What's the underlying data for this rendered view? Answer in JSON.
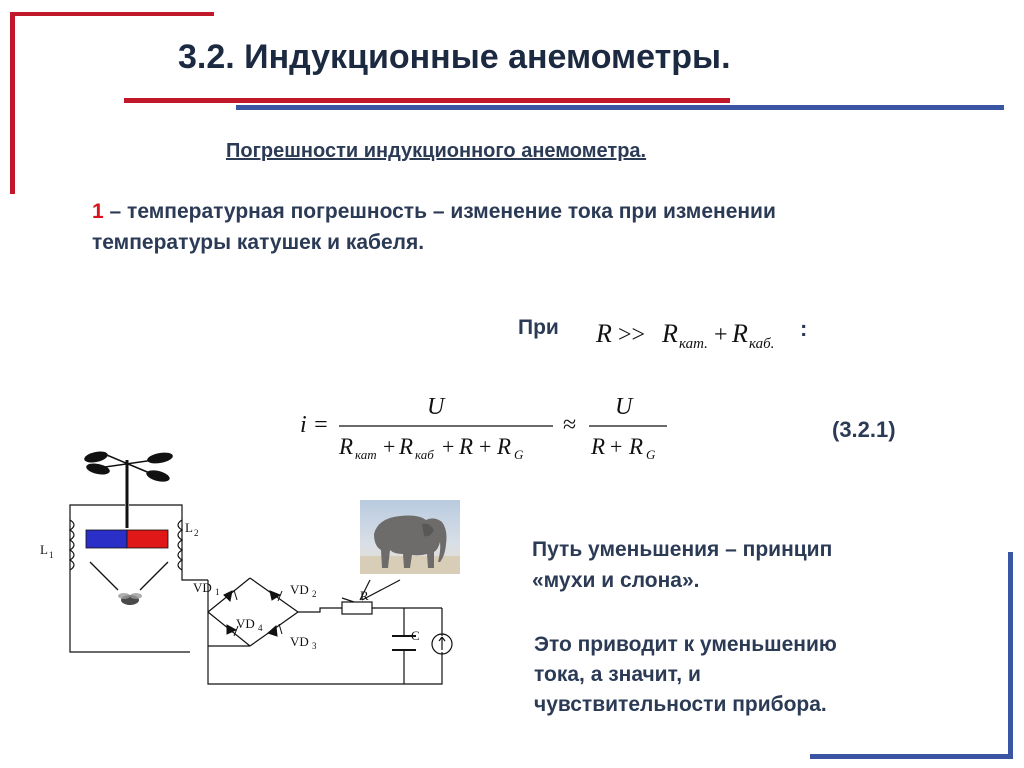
{
  "title": "3.2. Индукционные анемометры.",
  "subtitle": "Погрешности индукционного анемометра.",
  "point": {
    "number": "1",
    "text": " – температурная погрешность – изменение тока при изменении температуры катушек и кабеля."
  },
  "condition": {
    "prefix": "При",
    "suffix": ":",
    "lhs": "R",
    "op": ">>",
    "r1": "R",
    "r1_sub": "кат.",
    "plus": "+",
    "r2": "R",
    "r2_sub": "каб."
  },
  "formula": {
    "lhs": "i =",
    "num1": "U",
    "den1_a": "R",
    "den1_a_sub": "кат",
    "den1_b": "R",
    "den1_b_sub": "каб",
    "den1_c": "R",
    "den1_d": "R",
    "den1_d_sub": "G",
    "approx": "≈",
    "num2": "U",
    "den2_a": "R",
    "den2_b": "R",
    "den2_b_sub": "G",
    "plus": "+",
    "number": "(3.2.1)"
  },
  "principle": {
    "line1": "Путь уменьшения – принцип",
    "line2": "«мухи и слона»."
  },
  "consequence": {
    "line1": "Это приводит к уменьшению",
    "line2": "тока, а значит, и",
    "line3": "чувствительности прибора."
  },
  "circuit_labels": {
    "L1": "L",
    "L1_sub": "1",
    "L2": "L",
    "L2_sub": "2",
    "VD1": "VD",
    "VD1_sub": "1",
    "VD2": "VD",
    "VD2_sub": "2",
    "VD3": "VD",
    "VD3_sub": "3",
    "VD4": "VD",
    "VD4_sub": "4",
    "R": "R",
    "C": "C"
  },
  "colors": {
    "accent_red": "#c0172a",
    "accent_blue": "#3a55a4",
    "text": "#2b3a55",
    "magnet_blue": "#2a2fc8",
    "magnet_red": "#e01818"
  }
}
